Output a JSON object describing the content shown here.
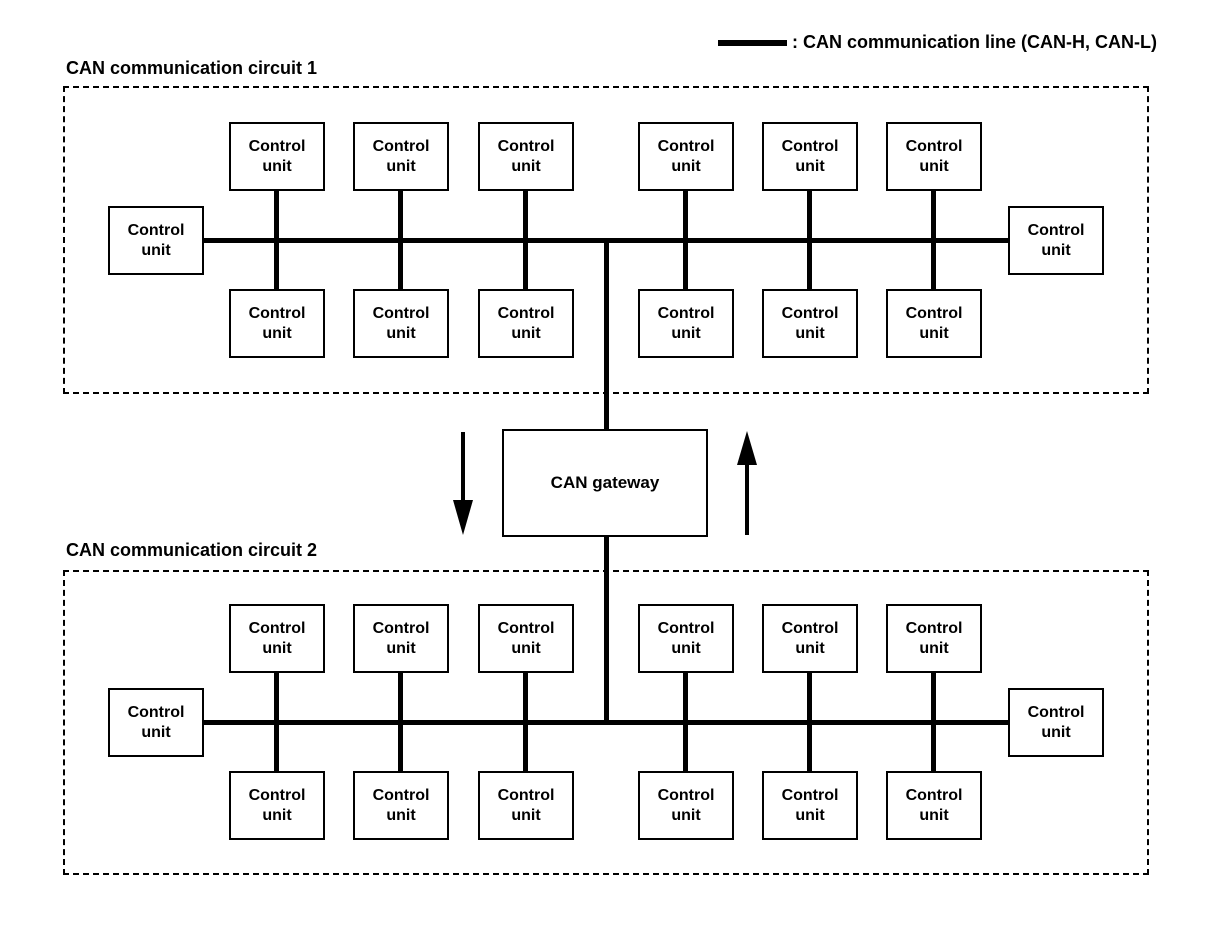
{
  "colors": {
    "ink": "#000000",
    "paper": "#ffffff"
  },
  "legend": {
    "label": ": CAN communication line (CAN-H, CAN-L)"
  },
  "labels": {
    "control_unit": "Control unit",
    "gateway": "CAN gateway"
  },
  "circuit1": {
    "title": "CAN communication circuit 1"
  },
  "circuit2": {
    "title": "CAN communication circuit 2"
  }
}
